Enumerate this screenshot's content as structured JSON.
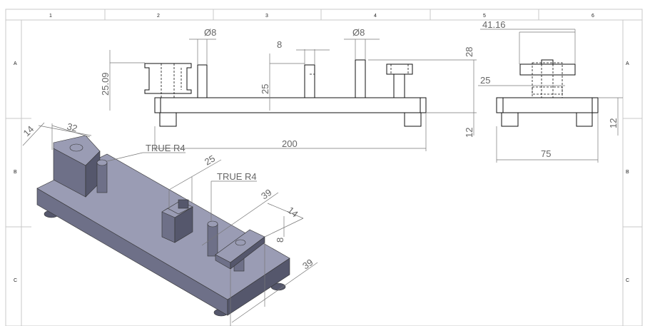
{
  "zones": {
    "columns": [
      "1",
      "2",
      "3",
      "4",
      "5",
      "6"
    ],
    "rows": [
      "A",
      "B",
      "C"
    ]
  },
  "front_view": {
    "dims": {
      "dia_left": "Ø8",
      "dia_right": "Ø8",
      "width_8": "8",
      "height_25_09": "25.09",
      "height_25": "25",
      "height_28": "28",
      "thickness_12": "12",
      "length_200": "200"
    }
  },
  "side_view": {
    "dims": {
      "width_41_16": "41.16",
      "height_25": "25",
      "thickness_12": "12",
      "width_75": "75"
    }
  },
  "iso_view": {
    "dims": {
      "d14_top": "14",
      "d32": "32",
      "true_r4_a": "TRUE R4",
      "d25": "25",
      "true_r4_b": "TRUE R4",
      "d39_top": "39",
      "d14_right": "14",
      "d8": "8",
      "d39_bottom": "39"
    }
  },
  "colors": {
    "part_top": "#9a9cb4",
    "part_side": "#6e7088"
  }
}
